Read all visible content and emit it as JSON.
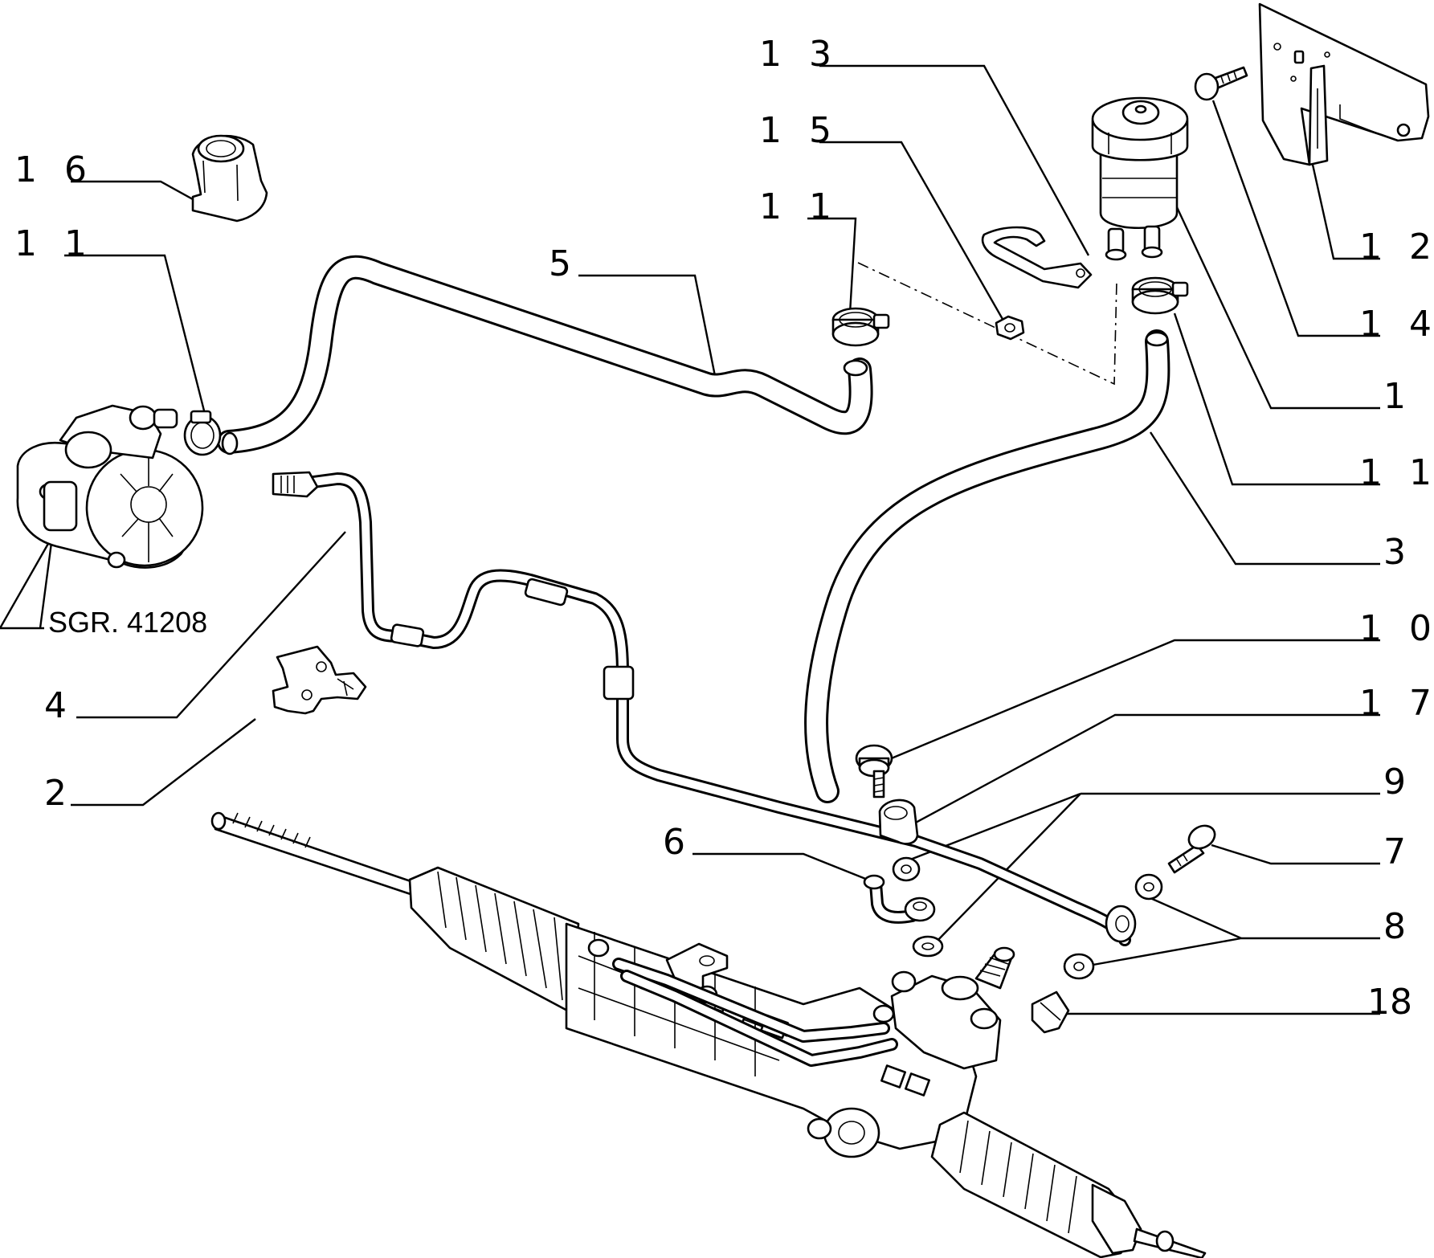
{
  "callouts": {
    "c13": "1 3",
    "c15": "1 5",
    "c11_top": "1 1",
    "c16": "1 6",
    "c11_left": "1 1",
    "c5": "5",
    "c12": "1 2",
    "c14": "1 4",
    "c1": "1",
    "c11_right": "1 1",
    "c3": "3",
    "c10": "1 0",
    "c17": "1 7",
    "c9": "9",
    "c6": "6",
    "c7": "7",
    "c8": "8",
    "c18": "18",
    "c4": "4",
    "c2": "2"
  },
  "ref_label": "SGR. 41208"
}
